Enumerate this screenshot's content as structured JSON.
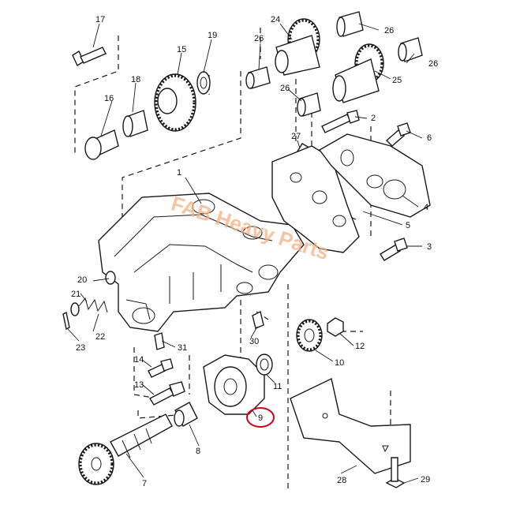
{
  "watermark": "FAB Heavy Parts",
  "highlight_color": "#d0021b",
  "watermark_color": "#f4b183",
  "highlighted_callout": "9",
  "callouts": [
    {
      "id": "c1",
      "label": "1"
    },
    {
      "id": "c2",
      "label": "2"
    },
    {
      "id": "c3",
      "label": "3"
    },
    {
      "id": "c4",
      "label": "4"
    },
    {
      "id": "c5",
      "label": "5"
    },
    {
      "id": "c6",
      "label": "6"
    },
    {
      "id": "c7",
      "label": "7"
    },
    {
      "id": "c8",
      "label": "8"
    },
    {
      "id": "c9",
      "label": "9"
    },
    {
      "id": "c10",
      "label": "10"
    },
    {
      "id": "c11",
      "label": "11"
    },
    {
      "id": "c12",
      "label": "12"
    },
    {
      "id": "c13",
      "label": "13"
    },
    {
      "id": "c14",
      "label": "14"
    },
    {
      "id": "c15",
      "label": "15"
    },
    {
      "id": "c16",
      "label": "16"
    },
    {
      "id": "c17",
      "label": "17"
    },
    {
      "id": "c18",
      "label": "18"
    },
    {
      "id": "c19",
      "label": "19"
    },
    {
      "id": "c20",
      "label": "20"
    },
    {
      "id": "c21",
      "label": "21"
    },
    {
      "id": "c22",
      "label": "22"
    },
    {
      "id": "c23",
      "label": "23"
    },
    {
      "id": "c24",
      "label": "24"
    },
    {
      "id": "c25",
      "label": "25"
    },
    {
      "id": "c26a",
      "label": "26"
    },
    {
      "id": "c26b",
      "label": "26"
    },
    {
      "id": "c26c",
      "label": "26"
    },
    {
      "id": "c26d",
      "label": "26"
    },
    {
      "id": "c27",
      "label": "27"
    },
    {
      "id": "c28",
      "label": "28"
    },
    {
      "id": "c29",
      "label": "29"
    },
    {
      "id": "c30",
      "label": "30"
    },
    {
      "id": "c31",
      "label": "31"
    }
  ]
}
